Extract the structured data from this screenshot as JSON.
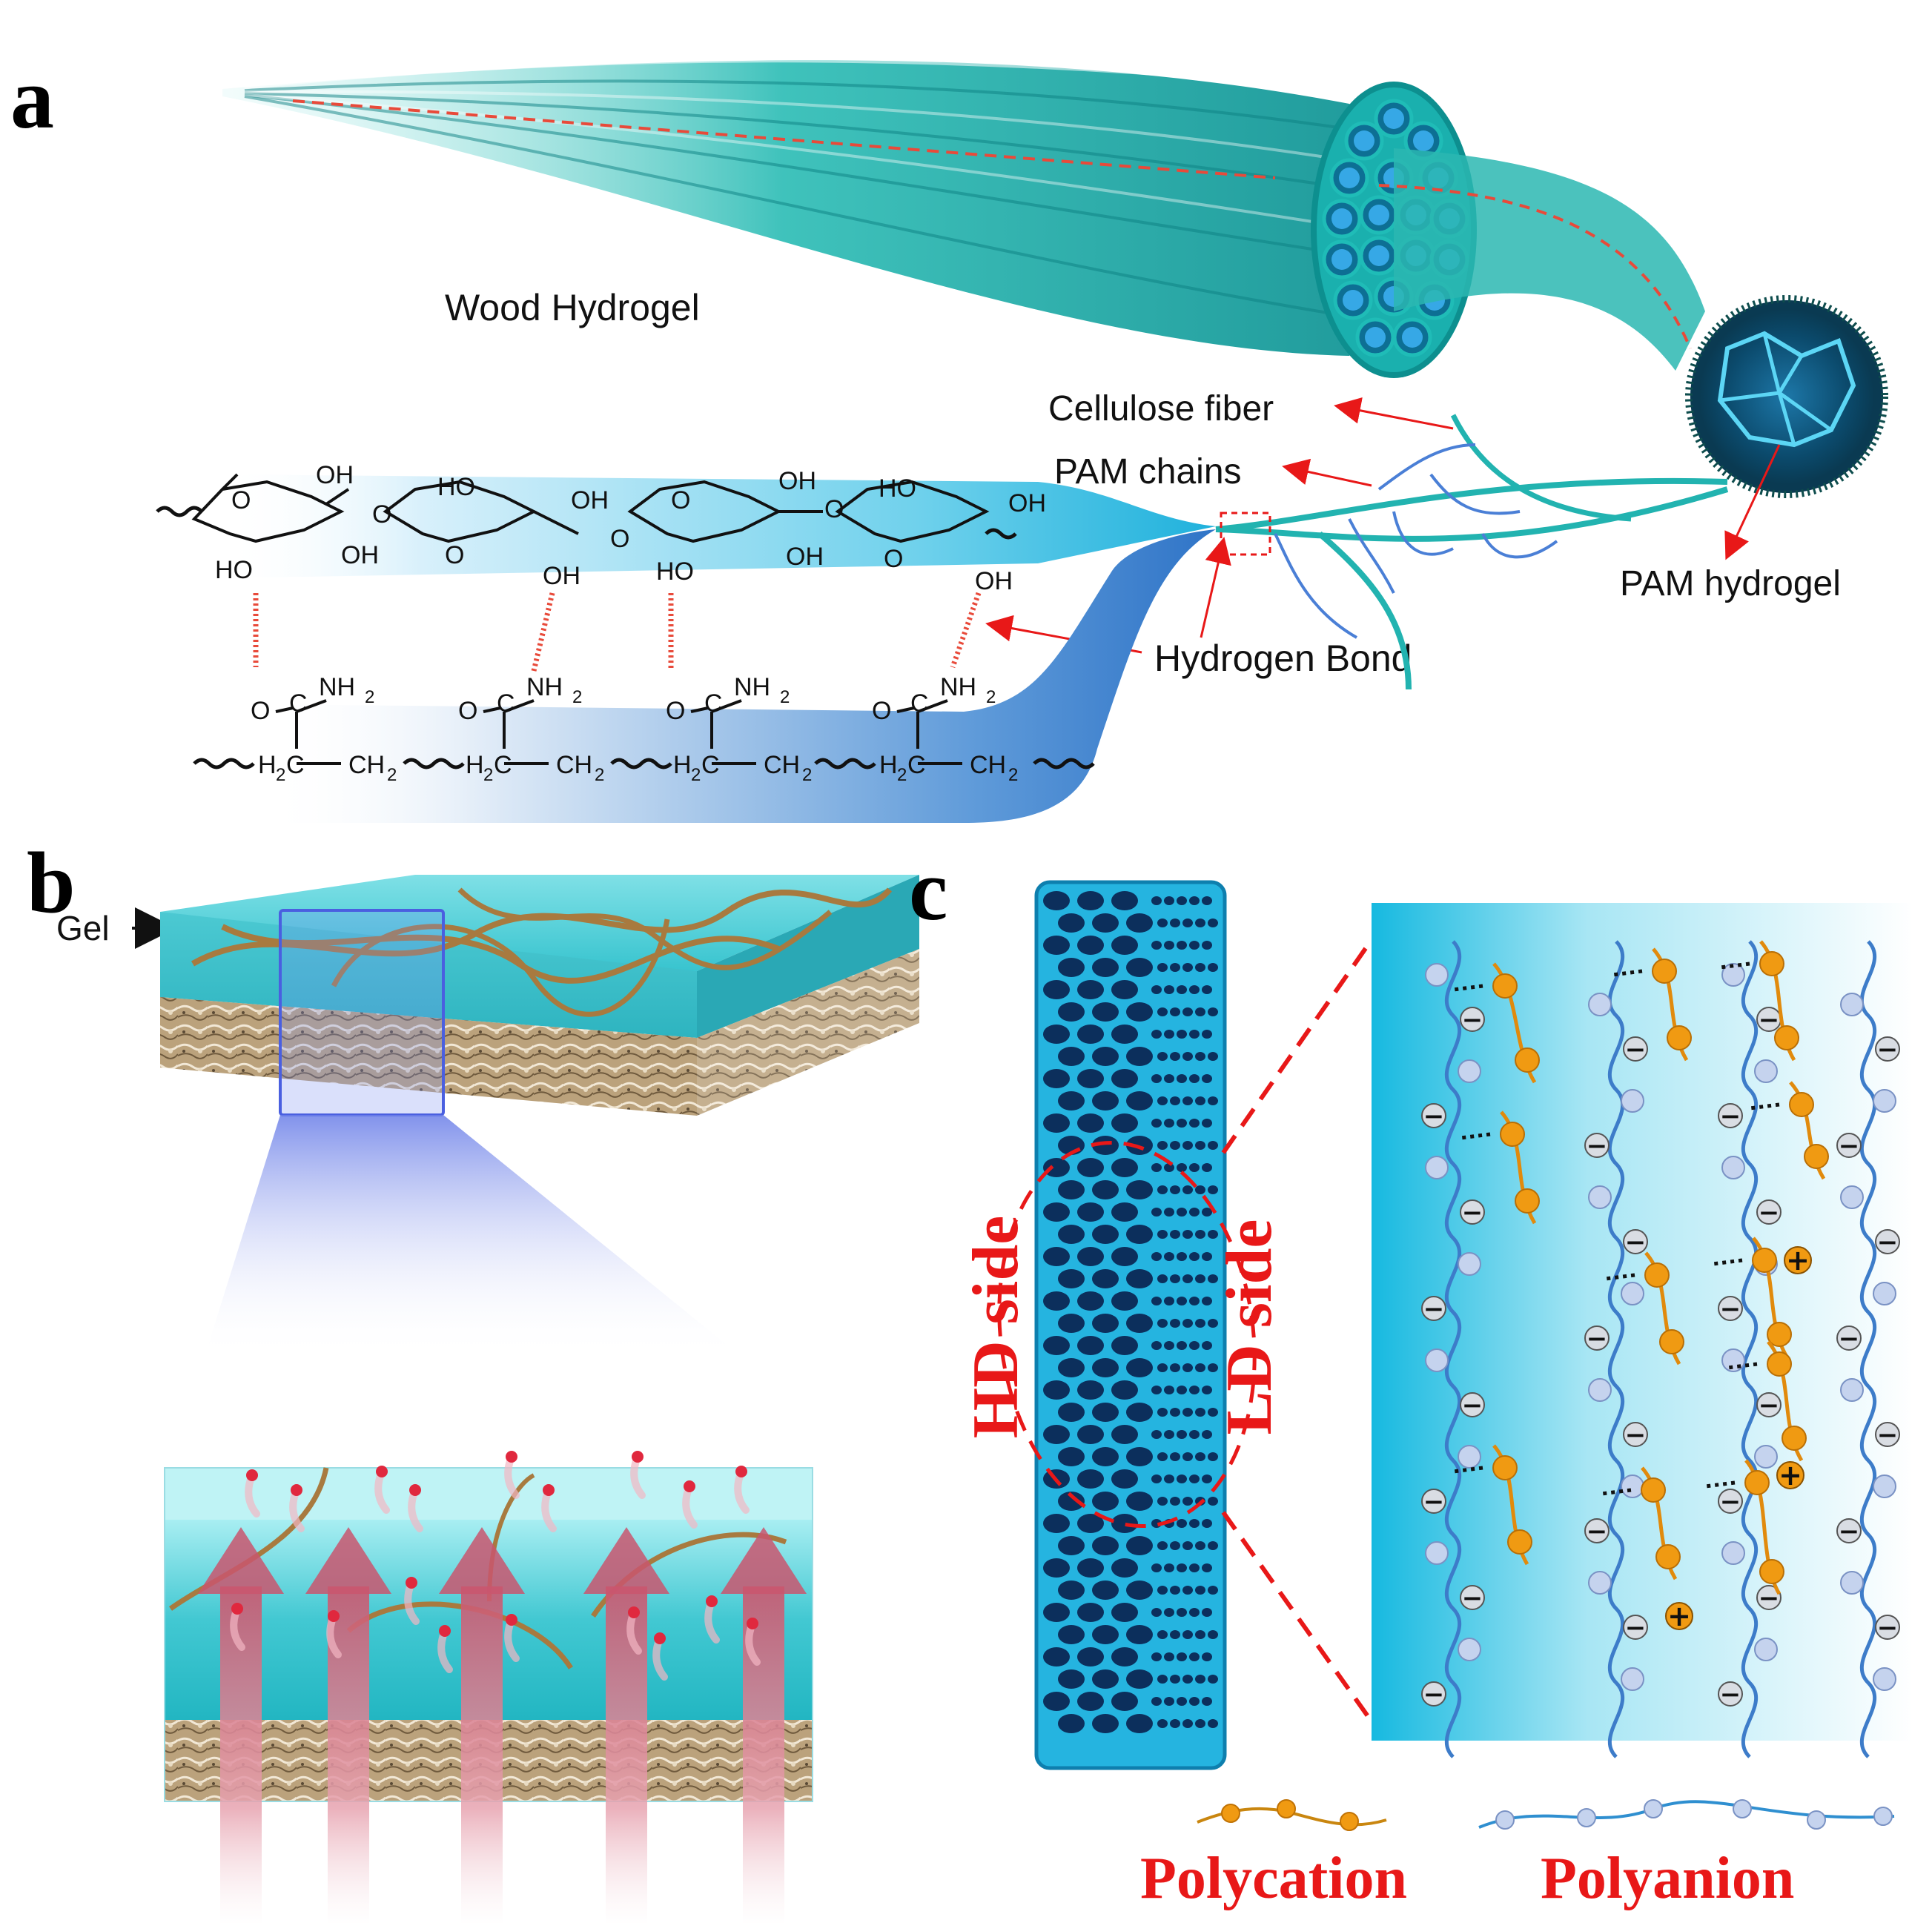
{
  "panels": {
    "a": {
      "letter": "a",
      "title": "Wood  Hydrogel",
      "labels": {
        "cellulose": "Cellulose fiber",
        "pam_chains": "PAM chains",
        "pam_hydrogel": "PAM hydrogel",
        "hydrogen_bond": "Hydrogen Bond"
      },
      "oh_top": [
        "OH",
        "HO",
        "OH",
        "OH",
        "HO",
        "OH"
      ],
      "oh_ring": [
        "O",
        "O",
        "O",
        "O",
        "O",
        "O",
        "O"
      ],
      "oh_bottom": [
        "HO",
        "OH",
        "OH",
        "HO",
        "OH",
        "OH"
      ],
      "pam_units": [
        {
          "amide_o": "O",
          "amide_n": "NH",
          "sub2": "2",
          "c": "C",
          "h2c": "H",
          "h2c_sub": "2",
          "h2c_c": "C",
          "ch2": "CH",
          "ch2_sub": "2"
        },
        {
          "amide_o": "O",
          "amide_n": "NH",
          "sub2": "2",
          "c": "C",
          "h2c": "H",
          "h2c_sub": "2",
          "h2c_c": "C",
          "ch2": "CH",
          "ch2_sub": "2"
        },
        {
          "amide_o": "O",
          "amide_n": "NH",
          "sub2": "2",
          "c": "C",
          "h2c": "H",
          "h2c_sub": "2",
          "h2c_c": "C",
          "ch2": "CH",
          "ch2_sub": "2"
        },
        {
          "amide_o": "O",
          "amide_n": "NH",
          "sub2": "2",
          "c": "C",
          "h2c": "H",
          "h2c_sub": "2",
          "h2c_c": "C",
          "ch2": "CH",
          "ch2_sub": "2"
        }
      ]
    },
    "b": {
      "letter": "b",
      "gel_label": "Gel"
    },
    "c": {
      "letter": "c",
      "hd_side": "HD side",
      "ld_side": "LD side",
      "legend": {
        "polycation": "Polycation",
        "polyanion": "Polyanion"
      },
      "charge_minus": "−",
      "charge_plus": "+"
    }
  },
  "colors": {
    "teal": "#27c4c4",
    "teal_dark": "#0d7d86",
    "blue_band": "#2f7fd6",
    "red": "#e81818",
    "orange": "#f0950f",
    "polyanion_blue": "#3d7cc9",
    "bead_grey": "#b7c8e6",
    "wood_tan": "#b49a72"
  }
}
